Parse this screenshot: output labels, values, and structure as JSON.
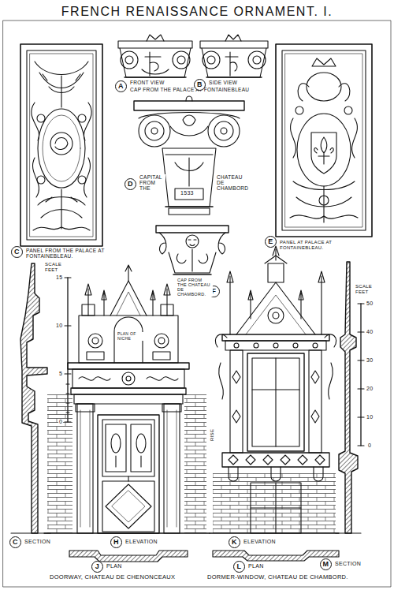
{
  "diagram": {
    "title": "FRENCH RENAISSANCE ORNAMENT. I.",
    "labels": [
      "A",
      "FRONT VIEW",
      "CAP FROM THE PALACE AT FONTAINEBLEAU",
      "B",
      "SIDE VIEW",
      "C",
      "PANEL FROM THE PALACE AT FONTAINEBLEAU.",
      "D",
      "CAPITAL FROM THE",
      "CHATEAU DE CHAMBORD",
      "1533",
      "E",
      "PANEL AT PALACE AT FONTAINEBLEAU.",
      "F",
      "CAP FROM THE CHATEAU DE CHAMBORD.",
      "SCALE FEET",
      "15",
      "10",
      "5",
      "0",
      "PLAN OF NICHE",
      "SCALE FEET",
      "50",
      "40",
      "30",
      "20",
      "10",
      "0",
      "RISE",
      "C",
      "SECTION",
      "H",
      "ELEVATION",
      "J",
      "PLAN",
      "DOORWAY, CHATEAU DE CHENONCEAUX",
      "K",
      "ELEVATION",
      "L",
      "PLAN",
      "DORMER-WINDOW, CHATEAU DE CHAMBORD.",
      "M",
      "SECTION"
    ]
  }
}
